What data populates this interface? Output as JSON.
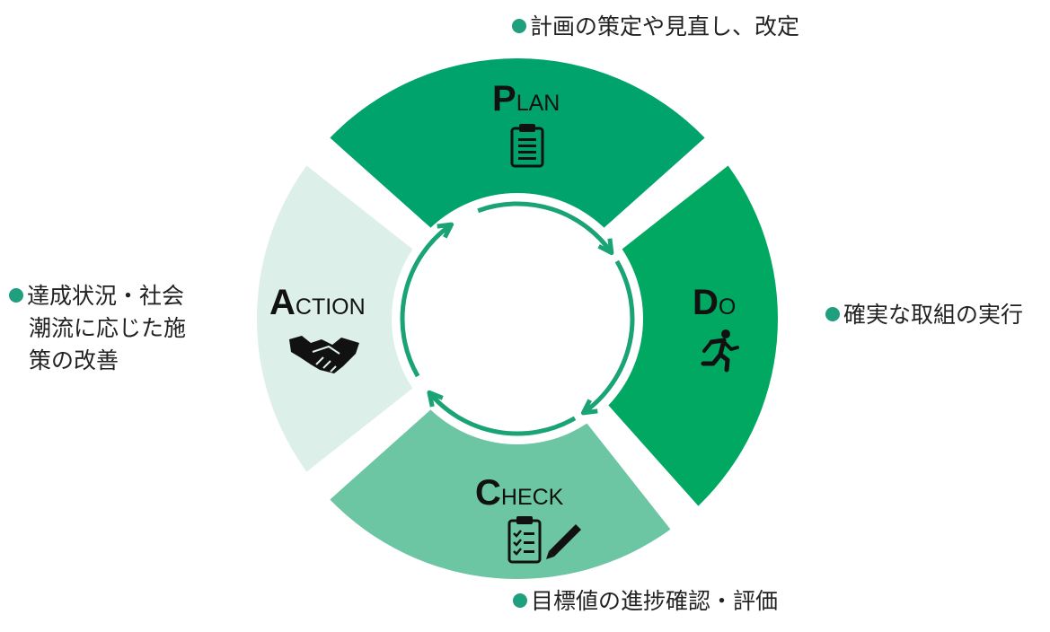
{
  "colors": {
    "plan": "#00a36c",
    "do": "#00a862",
    "check": "#6cc6a4",
    "action": "#dcefe8",
    "arrow": "#1aa374",
    "dot": "#1f9f7e"
  },
  "segments": {
    "plan": {
      "initial": "P",
      "rest": "LAN",
      "icon": "clipboard-list-icon"
    },
    "do": {
      "initial": "D",
      "rest": "O",
      "icon": "running-person-icon"
    },
    "check": {
      "initial": "C",
      "rest": "HECK",
      "icon": "clipboard-check-pencil-icon"
    },
    "action": {
      "initial": "A",
      "rest": "CTION",
      "icon": "handshake-icon"
    }
  },
  "notes": {
    "plan": "計画の策定や見直し、改定",
    "do": "確実な取組の実行",
    "check": "目標値の進捗確認・評価",
    "action_lines": [
      "達成状況・社会",
      "潮流に応じた施",
      "策の改善"
    ]
  }
}
